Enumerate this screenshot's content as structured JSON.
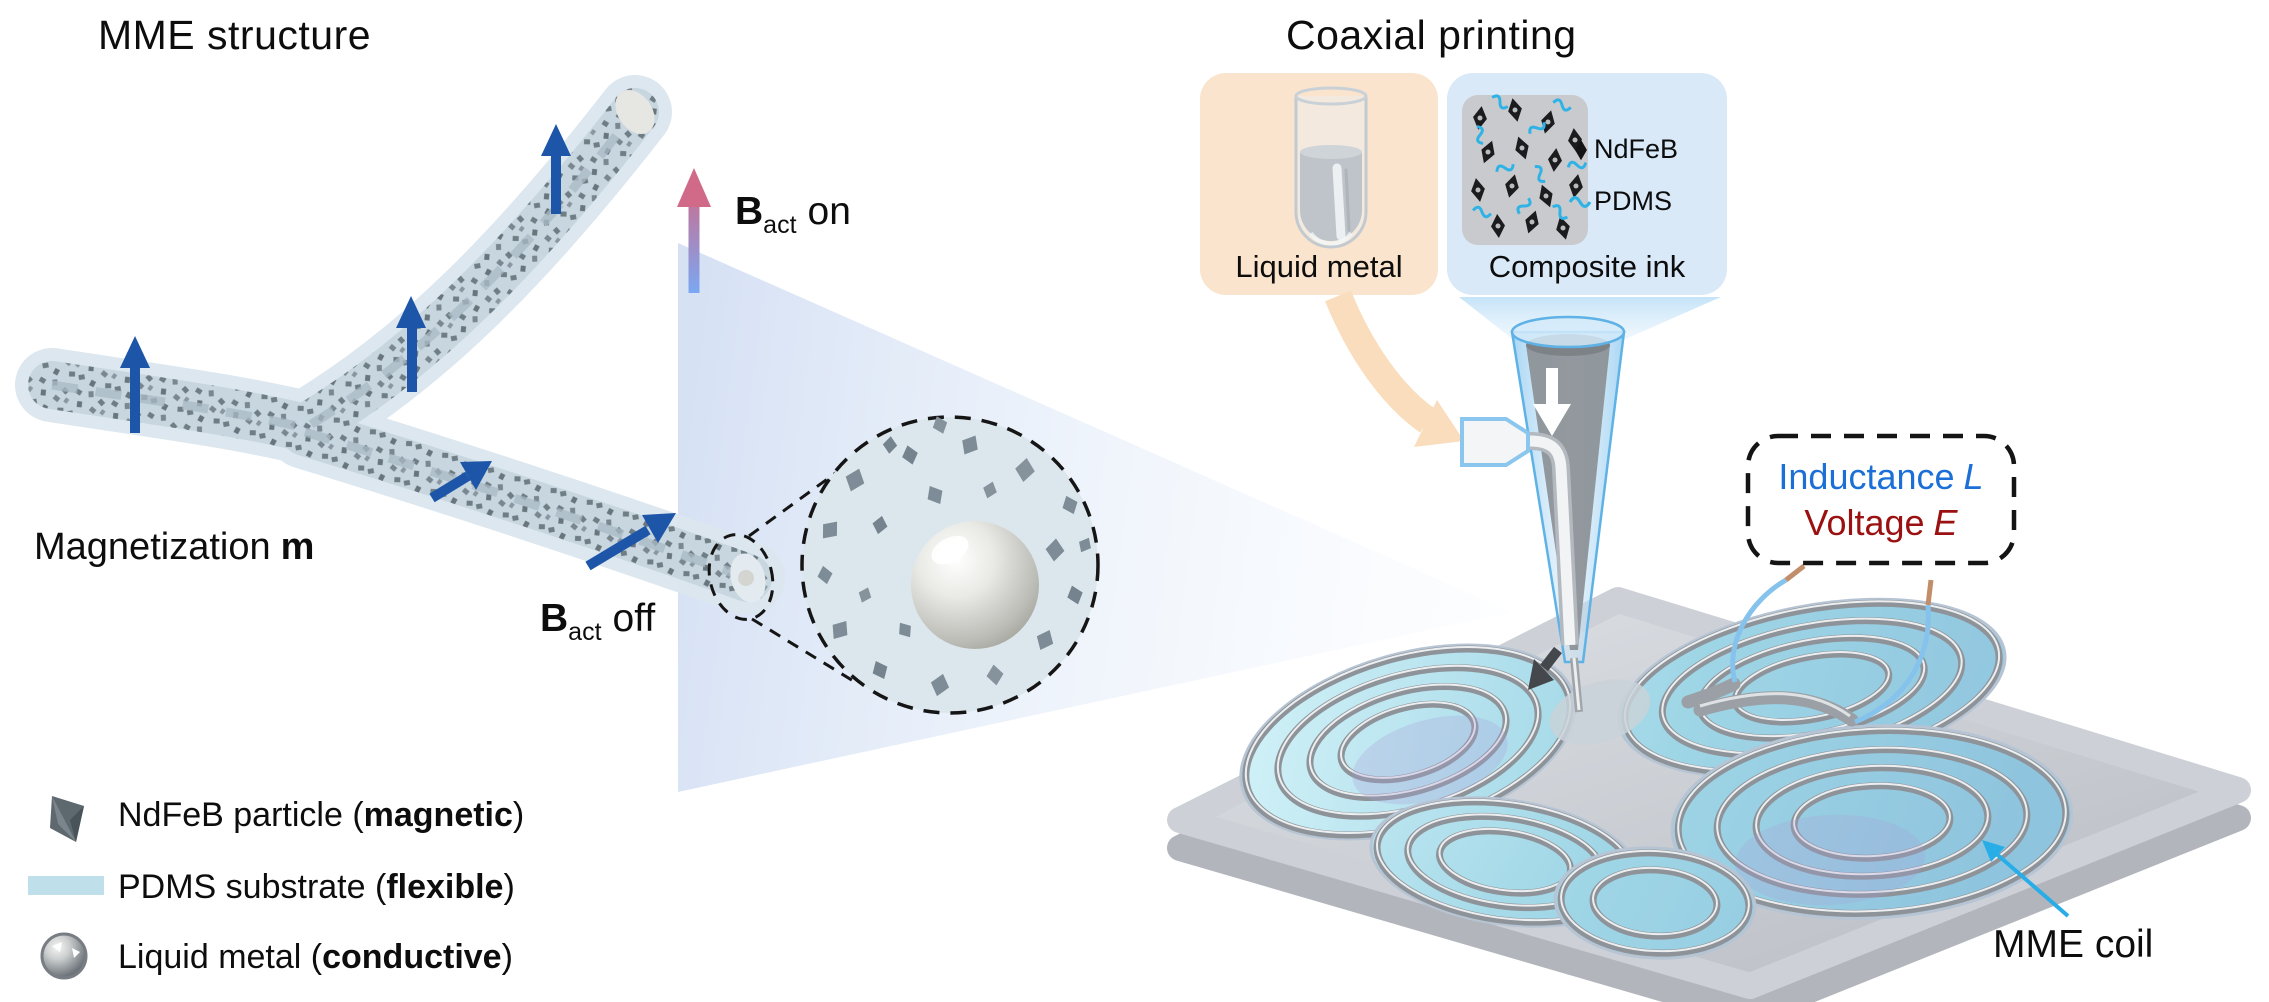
{
  "figure": {
    "left": {
      "title": "MME structure",
      "b_act_on": {
        "symbol": "B",
        "subscript": "act",
        "state": "on"
      },
      "b_act_off": {
        "symbol": "B",
        "subscript": "act",
        "state": "off"
      },
      "magnetization": {
        "label": "Magnetization",
        "symbol": "m"
      },
      "legend": [
        {
          "icon": "ndfeb-particle-icon",
          "prefix": "NdFeB particle (",
          "bold": "magnetic",
          "suffix": ")"
        },
        {
          "icon": "pdms-substrate-icon",
          "prefix": "PDMS substrate (",
          "bold": "flexible",
          "suffix": ")"
        },
        {
          "icon": "liquid-metal-icon",
          "prefix": "Liquid metal (",
          "bold": "conductive",
          "suffix": ")"
        }
      ]
    },
    "right": {
      "title": "Coaxial printing",
      "liquid_metal_label": "Liquid metal",
      "composite_ink_label": "Composite ink",
      "ink_legend": [
        {
          "icon": "diamond-icon",
          "label": "NdFeB"
        },
        {
          "icon": "squiggle-icon",
          "label": "PDMS"
        }
      ],
      "measurement_box": {
        "line1_label": "Inductance",
        "line1_symbol": "L",
        "line2_label": "Voltage",
        "line2_symbol": "E"
      },
      "coil_label": "MME coil"
    },
    "colors": {
      "inductance_blue": "#1b6fd6",
      "voltage_red": "#9b1010",
      "magnetization_arrow_blue": "#1d55a8",
      "b_act_arrow_top": "#d06a88",
      "b_act_arrow_bottom": "#7aa8f4",
      "pdms_cyan": "#2fb3e6",
      "panel_peach": "#fbe4cd",
      "panel_blue": "#d9e9f8",
      "substrate_gray": "#c9cdd3",
      "coil_silver": "#9aa0a5",
      "butterfly_cyan": "#9fd6e6",
      "fiber_tube_blue": "#dbe6ee"
    }
  }
}
